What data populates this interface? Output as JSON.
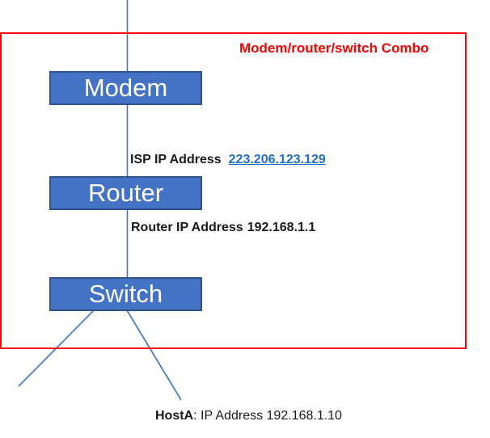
{
  "frame": {
    "title": "Modem/router/switch Combo"
  },
  "nodes": [
    {
      "id": "modem",
      "label": "Modem"
    },
    {
      "id": "router",
      "label": "Router"
    },
    {
      "id": "switch",
      "label": "Switch"
    }
  ],
  "annotations": {
    "isp": {
      "label": "ISP IP Address",
      "ip": "223.206.123.129"
    },
    "router": {
      "label": "Router IP Address",
      "ip": "192.168.1.1"
    },
    "host": {
      "name": "HostA",
      "detail": ": IP Address 192.168.1.10"
    }
  },
  "colors": {
    "frame_border": "#ff0000",
    "title_text": "#ff0000",
    "node_fill": "#4472c4",
    "node_border": "#2f528f",
    "node_text": "#ffffff",
    "connector_line": "#4472c4",
    "link_text": "#1f6fc5",
    "annotation_text": "#1a1a1a"
  }
}
